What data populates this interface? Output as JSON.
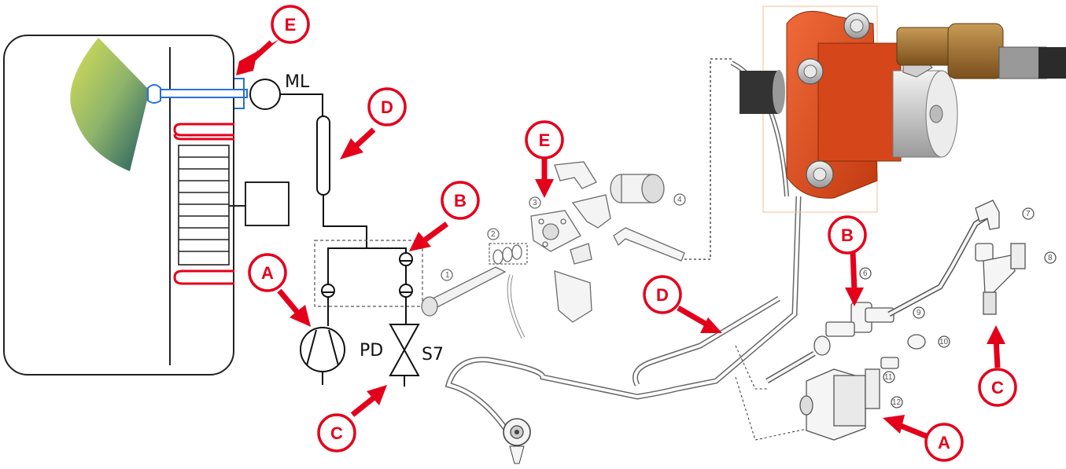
{
  "schematic": {
    "labels": {
      "ml": "ML",
      "pd": "PD",
      "s7": "S7"
    }
  },
  "callouts": [
    {
      "id": "E",
      "letter": "E"
    },
    {
      "id": "D",
      "letter": "D"
    },
    {
      "id": "B",
      "letter": "B"
    },
    {
      "id": "A",
      "letter": "A"
    },
    {
      "id": "C",
      "letter": "C"
    },
    {
      "id": "E2",
      "letter": "E"
    },
    {
      "id": "B2",
      "letter": "B"
    },
    {
      "id": "D2",
      "letter": "D"
    },
    {
      "id": "C2",
      "letter": "C"
    },
    {
      "id": "A2",
      "letter": "A"
    }
  ],
  "parts": [
    "1",
    "2",
    "3",
    "4",
    "6",
    "7",
    "8",
    "9",
    "10",
    "11",
    "12"
  ],
  "colors": {
    "callout_red": "#e4001b",
    "pump_orange": "#e24a1a",
    "brass": "#a0712e",
    "line": "#1a1a1a"
  }
}
